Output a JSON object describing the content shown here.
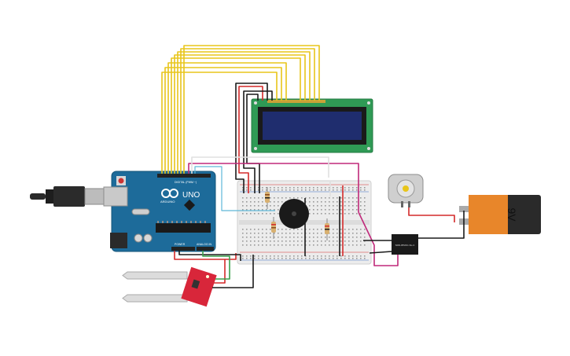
{
  "arduino": {
    "logo": "ARDUINO",
    "model": "UNO",
    "digital_label": "DIGITAL (PWM ~)",
    "analog_label": "ANALOG IN",
    "power_label": "POWER"
  },
  "battery": {
    "label": "9V"
  },
  "relay": {
    "label": "SRD-05VDC-SL-C"
  },
  "colors": {
    "arduino_board": "#1d6b9a",
    "lcd_pcb": "#2f9a55",
    "lcd_screen": "#1f2d6e",
    "battery_body": "#e8862a",
    "soil_sensor_pcb": "#d8263a",
    "wire_yellow": "#e8c51a",
    "wire_black": "#1a1a1a",
    "wire_red": "#d42a2a",
    "wire_green": "#3aa04a",
    "wire_magenta": "#c0297a",
    "wire_cyan": "#5fb8d8",
    "breadboard": "#ececec"
  }
}
